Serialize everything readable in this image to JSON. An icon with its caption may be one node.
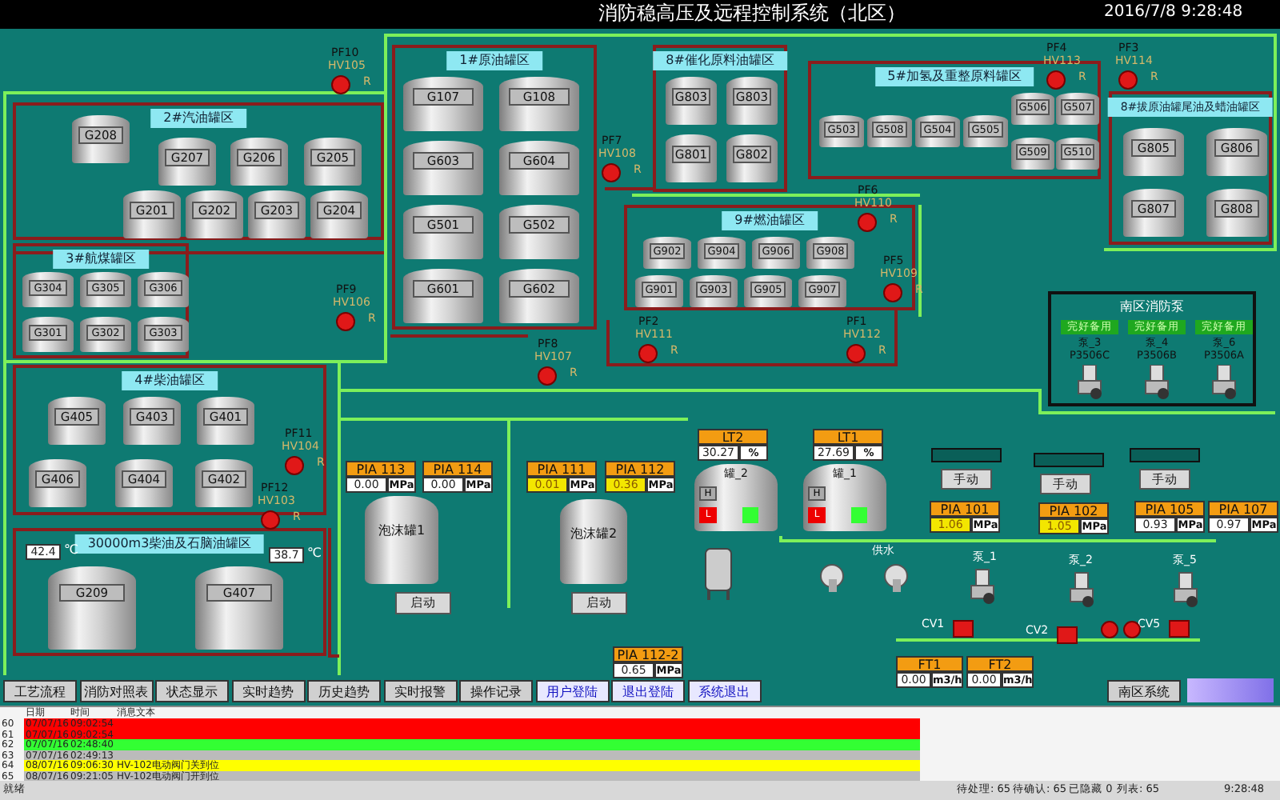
{
  "diagram": {
    "title": "消防稳高压及远程控制系统（北区）",
    "nodes": [
      {
        "text": [
          "1#原油罐区"
        ]
      },
      {
        "text": [
          "G107"
        ],
        "in": 0
      },
      {
        "text": [
          "G108"
        ],
        "in": 0
      },
      {
        "text": [
          "G603"
        ],
        "in": 0
      },
      {
        "text": [
          "G604"
        ],
        "in": 0
      },
      {
        "text": [
          "G501"
        ],
        "in": 0
      },
      {
        "text": [
          "G502"
        ],
        "in": 0
      },
      {
        "text": [
          "G601"
        ],
        "in": 0
      },
      {
        "text": [
          "G602"
        ],
        "in": 0
      },
      {
        "text": [
          "2#汽油罐区"
        ]
      },
      {
        "text": [
          "G208"
        ],
        "in": 9
      },
      {
        "text": [
          "G207"
        ],
        "in": 9
      },
      {
        "text": [
          "G206"
        ],
        "in": 9
      },
      {
        "text": [
          "G205"
        ],
        "in": 9
      },
      {
        "text": [
          "G201"
        ],
        "in": 9
      },
      {
        "text": [
          "G202"
        ],
        "in": 9
      },
      {
        "text": [
          "G203"
        ],
        "in": 9
      },
      {
        "text": [
          "G204"
        ],
        "in": 9
      },
      {
        "text": [
          "3#航煤罐区"
        ]
      },
      {
        "text": [
          "G304"
        ],
        "in": 18
      },
      {
        "text": [
          "G305"
        ],
        "in": 18
      },
      {
        "text": [
          "G306"
        ],
        "in": 18
      },
      {
        "text": [
          "G301"
        ],
        "in": 18
      },
      {
        "text": [
          "G302"
        ],
        "in": 18
      },
      {
        "text": [
          "G303"
        ],
        "in": 18
      },
      {
        "text": [
          "8#催化原料油罐区"
        ]
      },
      {
        "text": [
          "G803"
        ],
        "in": 25
      },
      {
        "text": [
          "G803"
        ],
        "in": 25
      },
      {
        "text": [
          "G801"
        ],
        "in": 25
      },
      {
        "text": [
          "G802"
        ],
        "in": 25
      },
      {
        "text": [
          "5#加氢及重整原料罐区"
        ]
      },
      {
        "text": [
          "G503"
        ],
        "in": 30
      },
      {
        "text": [
          "G508"
        ],
        "in": 30
      },
      {
        "text": [
          "G504"
        ],
        "in": 30
      },
      {
        "text": [
          "G505"
        ],
        "in": 30
      },
      {
        "text": [
          "G506"
        ],
        "in": 30
      },
      {
        "text": [
          "G507"
        ],
        "in": 30
      },
      {
        "text": [
          "G509"
        ],
        "in": 30
      },
      {
        "text": [
          "G510"
        ],
        "in": 30
      },
      {
        "text": [
          "8#拔原油罐尾油及蜡油罐区"
        ]
      },
      {
        "text": [
          "G805"
        ],
        "in": 39
      },
      {
        "text": [
          "G806"
        ],
        "in": 39
      },
      {
        "text": [
          "G807"
        ],
        "in": 39
      },
      {
        "text": [
          "G808"
        ],
        "in": 39
      },
      {
        "text": [
          "9#燃油罐区"
        ]
      },
      {
        "text": [
          "G902"
        ],
        "in": 44
      },
      {
        "text": [
          "G904"
        ],
        "in": 44
      },
      {
        "text": [
          "G906"
        ],
        "in": 44
      },
      {
        "text": [
          "G908"
        ],
        "in": 44
      },
      {
        "text": [
          "G901"
        ],
        "in": 44
      },
      {
        "text": [
          "G903"
        ],
        "in": 44
      },
      {
        "text": [
          "G905"
        ],
        "in": 44
      },
      {
        "text": [
          "G907"
        ],
        "in": 44
      },
      {
        "text": [
          "4#柴油罐区"
        ]
      },
      {
        "text": [
          "G405"
        ],
        "in": 53
      },
      {
        "text": [
          "G403"
        ],
        "in": 53
      },
      {
        "text": [
          "G401"
        ],
        "in": 53
      },
      {
        "text": [
          "G406"
        ],
        "in": 53
      },
      {
        "text": [
          "G404"
        ],
        "in": 53
      },
      {
        "text": [
          "G402"
        ],
        "in": 53
      },
      {
        "text": [
          "30000m3柴油及石脑油罐区"
        ]
      },
      {
        "text": [
          "G209"
        ],
        "in": 60
      },
      {
        "text": [
          "G407"
        ],
        "in": 60
      },
      {
        "text": [
          "南区消防泵"
        ]
      },
      {
        "text": [
          "完好备用",
          "泵_3 P3506C"
        ],
        "in": 63
      },
      {
        "text": [
          "完好备用",
          "泵_4 P3506B"
        ],
        "in": 63
      },
      {
        "text": [
          "完好备用",
          "泵_6 P3506A"
        ],
        "in": 63
      },
      {
        "text": [
          "泡沫罐1"
        ]
      },
      {
        "text": [
          "泡沫罐2"
        ]
      },
      {
        "text": [
          "罐_2",
          "H",
          "L"
        ]
      },
      {
        "text": [
          "罐_1",
          "H",
          "L"
        ]
      }
    ],
    "labels": [
      "2016/7/8 9:28:48",
      "PF10",
      "HV105",
      "R",
      "PF9",
      "HV106",
      "R",
      "PF8",
      "HV107",
      "R",
      "PF7",
      "HV108",
      "R",
      "PF6",
      "HV110",
      "R",
      "PF5",
      "HV109",
      "R",
      "PF4",
      "HV113",
      "R",
      "PF3",
      "HV114",
      "R",
      "PF2",
      "HV111",
      "R",
      "PF1",
      "HV112",
      "R",
      "PF11",
      "HV104",
      "R",
      "PF12",
      "HV103",
      "R",
      "LT2",
      "30.27",
      "%",
      "LT1",
      "27.69",
      "%",
      "PIA 113",
      "0.00",
      "MPa",
      "PIA 114",
      "0.00",
      "MPa",
      "PIA 111",
      "0.01",
      "MPa",
      "PIA 112",
      "0.36",
      "MPa",
      "PIA 101",
      "1.06",
      "MPa",
      "PIA 102",
      "1.05",
      "MPa",
      "PIA 105",
      "0.93",
      "MPa",
      "PIA 107",
      "0.97",
      "MPa",
      "PIA 112-2",
      "0.65",
      "MPa",
      "FT1",
      "0.00",
      "m3/h",
      "FT2",
      "0.00",
      "m3/h",
      "42.4",
      "℃",
      "38.7",
      "℃",
      "手动",
      "手动",
      "手动",
      "供水",
      "泵_1",
      "泵_2",
      "泵_5",
      "启动",
      "启动",
      "CV1",
      "CV2",
      "CV5",
      "工艺流程",
      "消防对照表",
      "状态显示",
      "实时趋势",
      "历史趋势",
      "实时报警",
      "操作记录",
      "用户登陆",
      "退出登陆",
      "系统退出",
      "南区系统",
      "日期",
      "时间",
      "消息文本",
      "60",
      "07/07/16",
      "09:02:54",
      "61",
      "07/07/16",
      "09:02:54",
      "62",
      "07/07/16",
      "02:48:40",
      "63",
      "07/07/16",
      "02:49:13",
      "64",
      "08/07/16",
      "09:06:30",
      "HV-102电动阀门关到位",
      "65",
      "08/07/16",
      "09:21:05",
      "HV-102电动阀门开到位",
      "就绪",
      "待处理: 65",
      "待确认: 65",
      "已隐藏 0",
      "列表: 65",
      "9:28:48"
    ]
  }
}
